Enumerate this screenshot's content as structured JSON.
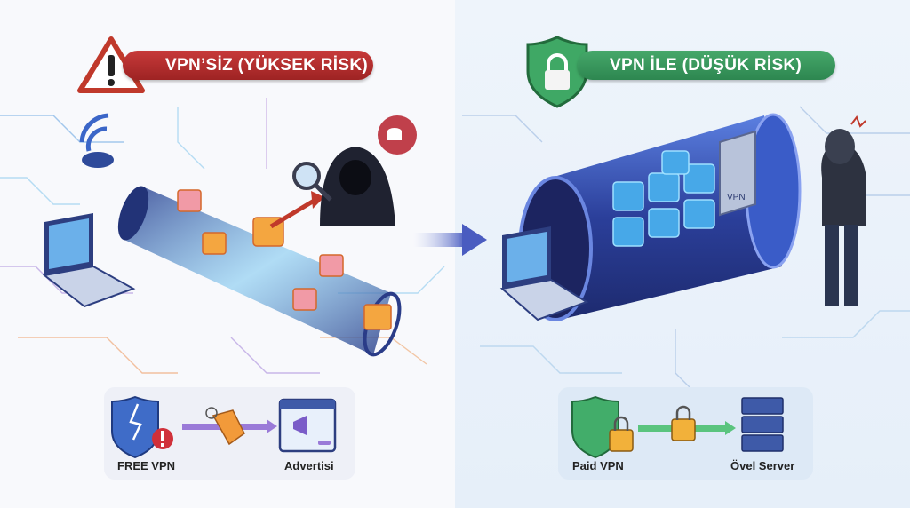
{
  "left_panel": {
    "banner": {
      "title": "VPN’SİZ (YÜKSEK RİSK)",
      "icon": "warning-triangle-icon",
      "color": "#b02e2e"
    },
    "bottom_flow": {
      "start_label": "FREE VPN",
      "end_label": "Advertisi",
      "icons": [
        "broken-shield-icon",
        "discount-tag-icon",
        "advertisement-window-icon"
      ]
    }
  },
  "right_panel": {
    "banner": {
      "title": "VPN İLE (DÜŞÜK RİSK)",
      "icon": "shield-lock-icon",
      "color": "#349456"
    },
    "tunnel_server_label": "VPN",
    "bottom_flow": {
      "start_label": "Paid VPN",
      "end_label": "Övel Server",
      "icons": [
        "shield-lock-icon",
        "padlock-icon",
        "server-rack-icon"
      ]
    }
  },
  "colors": {
    "risk_red": "#b02e2e",
    "safe_green": "#349456",
    "lock_orange": "#f2a43a",
    "tunnel_blue": "#3a5cc8"
  }
}
